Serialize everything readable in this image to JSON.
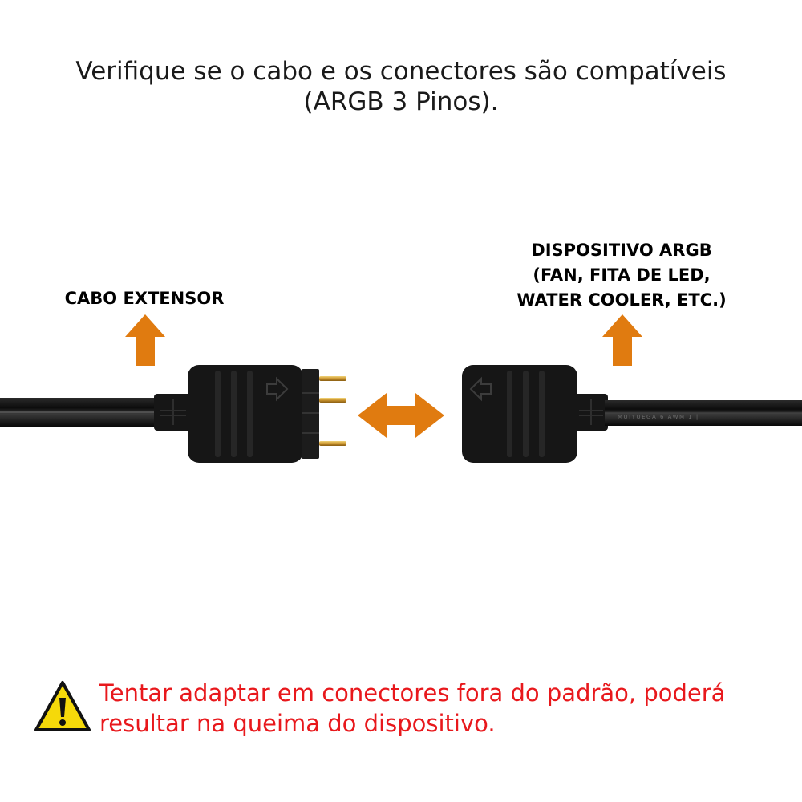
{
  "heading": {
    "line1": "Verifique se o cabo e os conectores são compatíveis",
    "line2": "(ARGB 3 Pinos)."
  },
  "labels": {
    "left": "CABO EXTENSOR",
    "right_line1": "DISPOSITIVO ARGB",
    "right_line2": "(FAN, FITA DE LED,",
    "right_line3": "WATER COOLER, ETC.)"
  },
  "cable_print": "MUIYUEGA  6  AWM  1  |  |",
  "warning": {
    "line1": "Tentar adaptar em conectores fora do padrão, poderá",
    "line2": "resultar na queima do dispositivo."
  },
  "colors": {
    "arrow": "#e07b10",
    "warning_text": "#e8181c",
    "warning_icon": "#f5d90a",
    "connector": "#161616"
  },
  "icons": [
    "arrow-up-icon",
    "arrow-up-icon",
    "double-arrow-icon",
    "warning-icon"
  ]
}
